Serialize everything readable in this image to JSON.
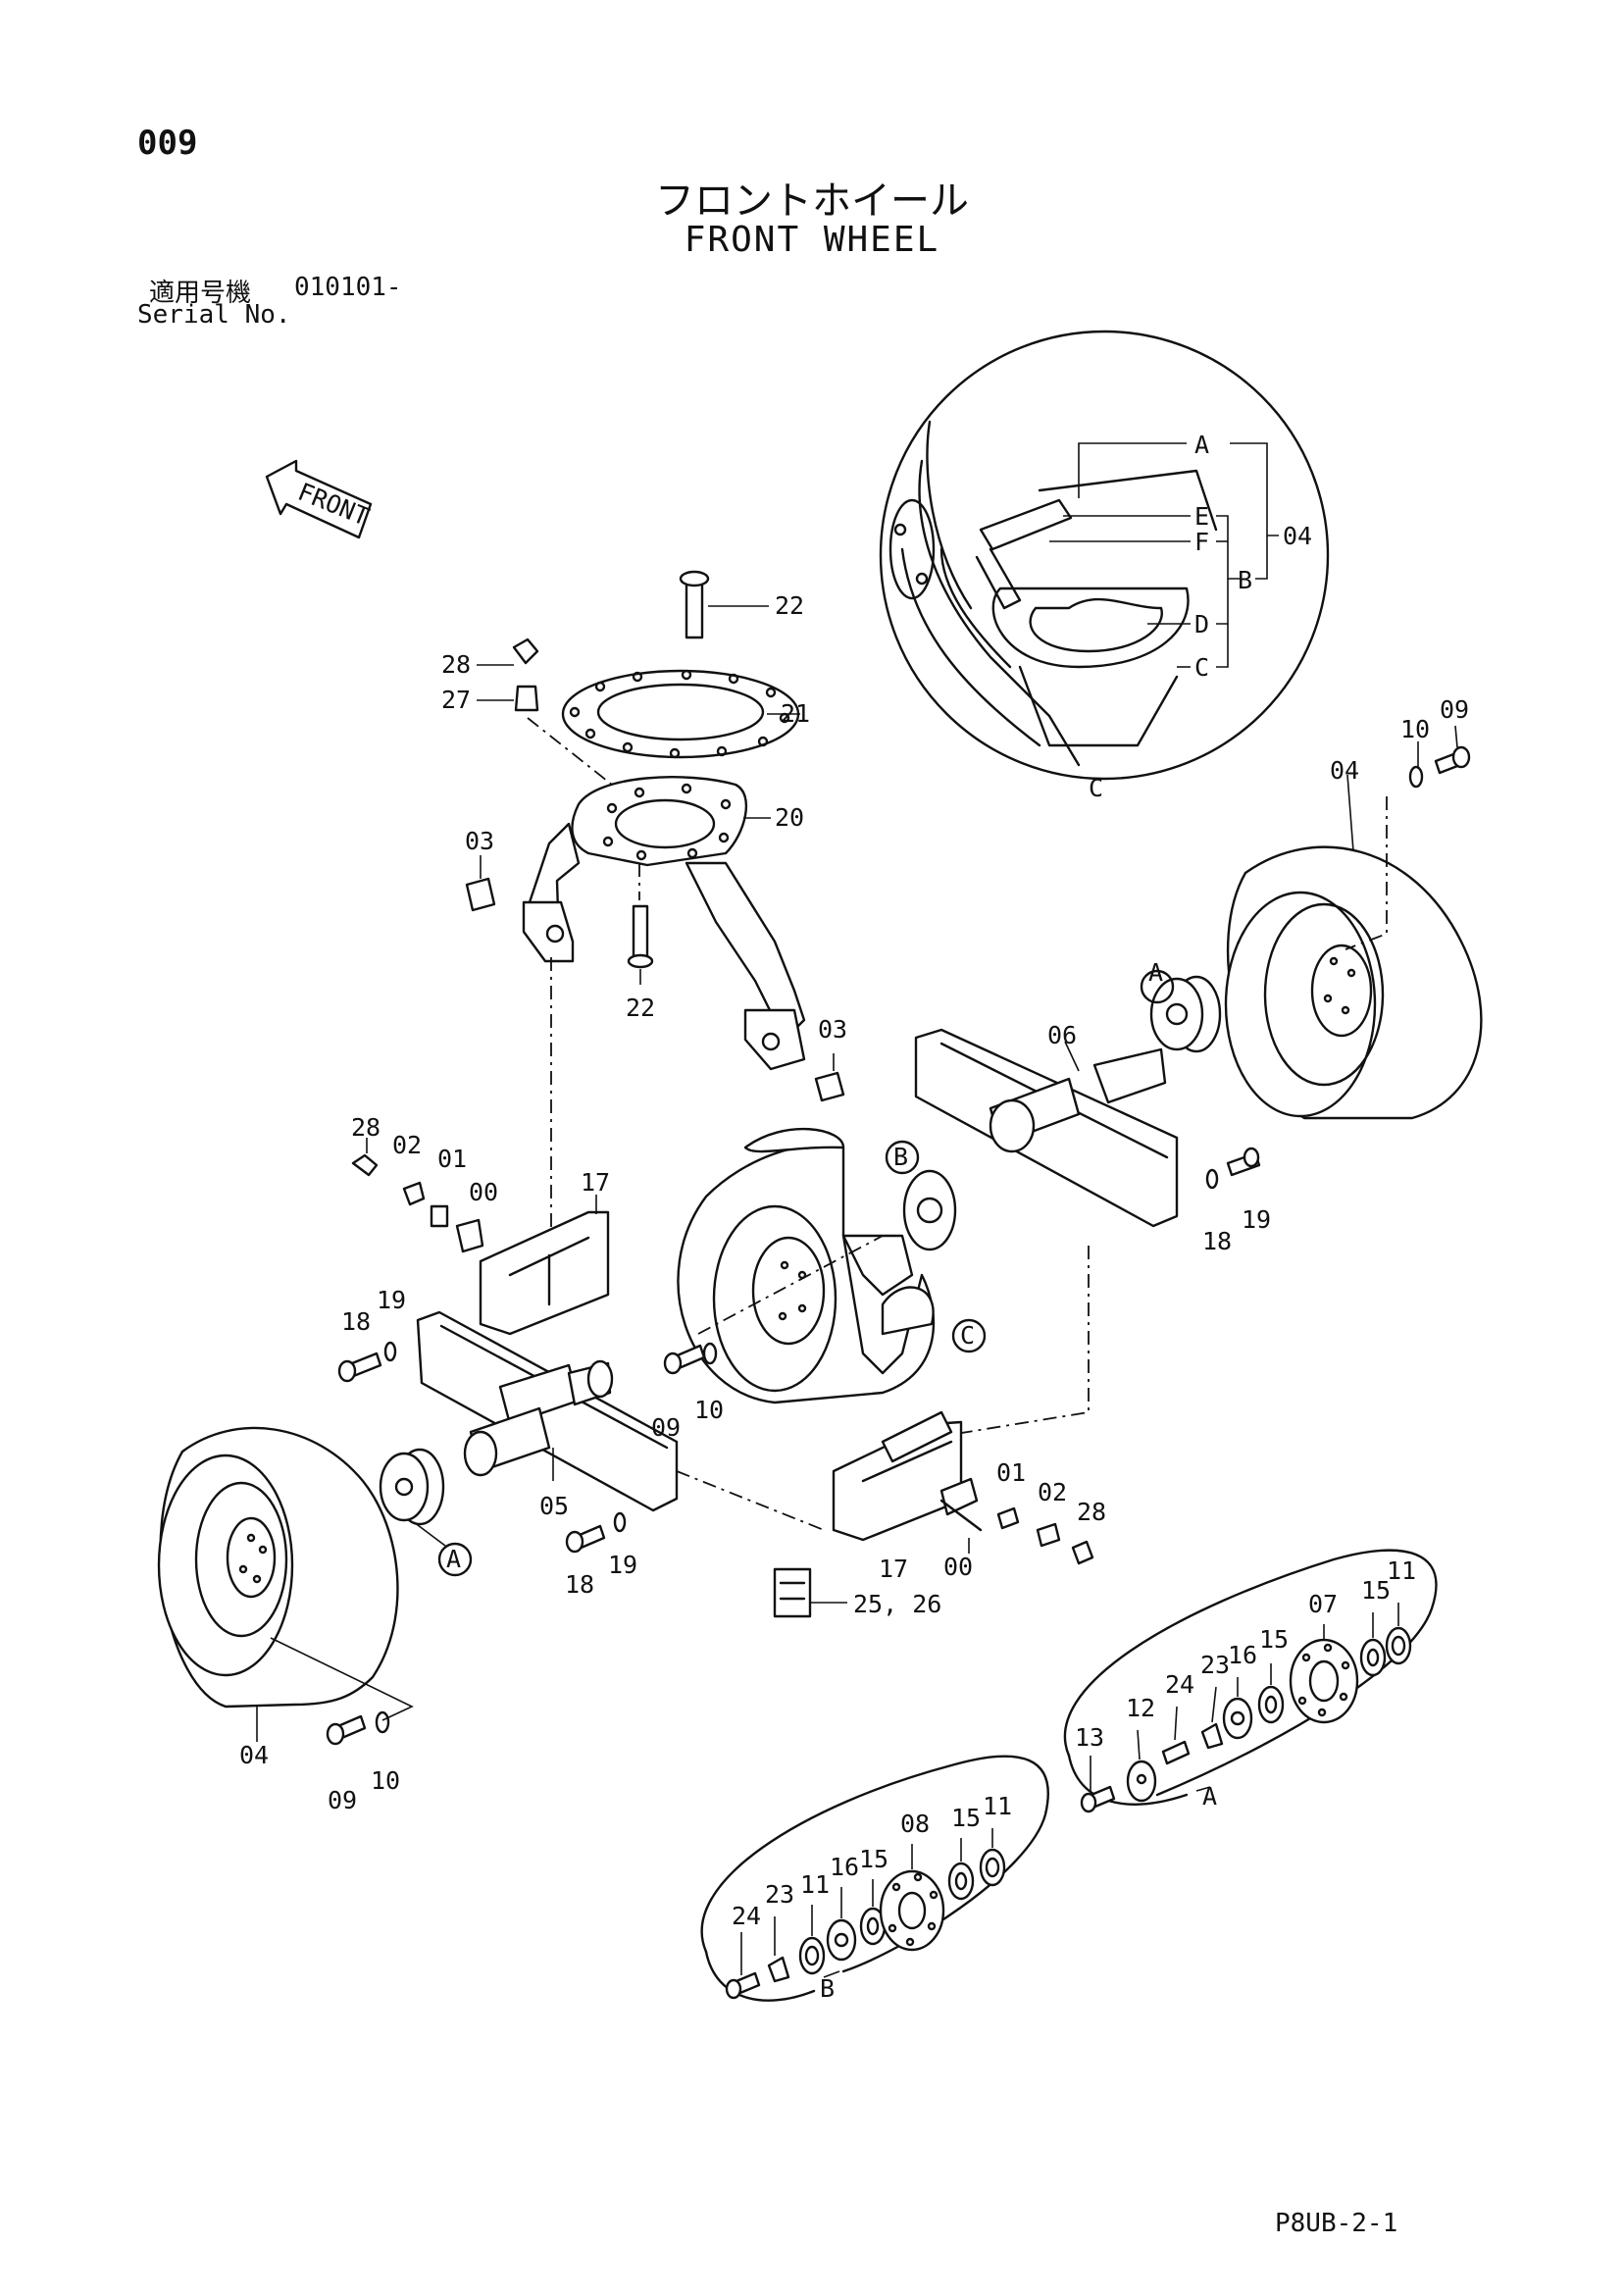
{
  "header": {
    "page_number": "009",
    "title_jp": "フロントホイール",
    "title_en": "FRONT WHEEL",
    "serial_label_jp": "適用号機",
    "serial_label_en": "Serial No.",
    "serial_value": "010101-"
  },
  "front_arrow_label": "FRONT",
  "footer_code": "P8UB-2-1",
  "detail_labels": {
    "a": "A",
    "b": "B",
    "c": "C",
    "d": "D",
    "e": "E",
    "f": "F",
    "tire": "04"
  },
  "part_labels": {
    "p00": "00",
    "p01": "01",
    "p02": "02",
    "p03": "03",
    "p04": "04",
    "p05": "05",
    "p06": "06",
    "p07": "07",
    "p08": "08",
    "p09": "09",
    "p10": "10",
    "p11": "11",
    "p12": "12",
    "p13": "13",
    "p15": "15",
    "p16": "16",
    "p17": "17",
    "p18": "18",
    "p19": "19",
    "p20": "20",
    "p21": "21",
    "p22": "22",
    "p23": "23",
    "p24": "24",
    "p25_26": "25, 26",
    "p27": "27",
    "p28": "28"
  }
}
